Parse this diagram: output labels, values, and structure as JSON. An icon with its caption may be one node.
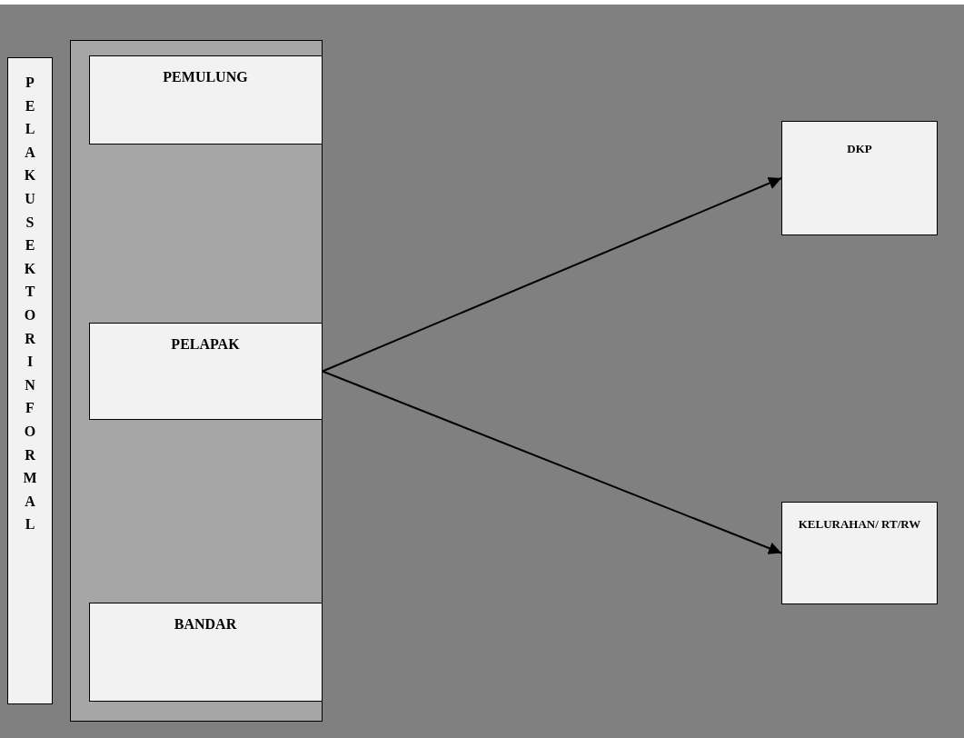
{
  "diagram": {
    "nodes": [
      {
        "text": [
          "PELAKU SEKTOR INFORMAL"
        ]
      },
      {
        "text": [],
        "shape": "box"
      },
      {
        "text": [
          "PEMULUNG"
        ],
        "in": 1
      },
      {
        "text": [
          "PELAPAK"
        ],
        "in": 1
      },
      {
        "text": [
          "BANDAR"
        ],
        "in": 1
      },
      {
        "text": [
          "DKP"
        ]
      },
      {
        "text": [
          "KELURAHAN/ RT/RW"
        ]
      }
    ],
    "edges": [
      {
        "from": 3,
        "to": 5,
        "arrow": "to"
      },
      {
        "from": 3,
        "to": 6,
        "arrow": "to"
      }
    ]
  }
}
